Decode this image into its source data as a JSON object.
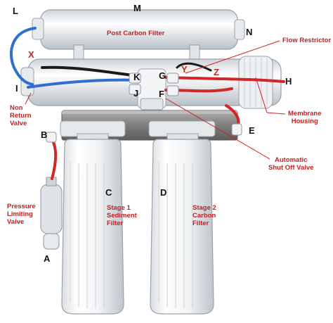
{
  "colors": {
    "label_red": "#d42020",
    "letter_dark": "#111111",
    "housing_white": "#f2f4f6",
    "tube_blue": "#2f6fd0",
    "tube_red": "#d02828",
    "tube_black": "#1a1a1a",
    "bracket_steel": "#8a8a8a"
  },
  "letters": {
    "A": "A",
    "B": "B",
    "C": "C",
    "D": "D",
    "E": "E",
    "F": "F",
    "G": "G",
    "H": "H",
    "I": "I",
    "J": "J",
    "K": "K",
    "L": "L",
    "M": "M",
    "N": "N",
    "X": "X",
    "Y": "Y",
    "Z": "Z"
  },
  "labels": {
    "post_carbon": "Post Carbon Filter",
    "flow_restrictor": "Flow Restrictor",
    "membrane_line1": "Membrane",
    "membrane_line2": "Housing",
    "non_return_line1": "Non",
    "non_return_line2": "Return",
    "non_return_line3": "Valve",
    "auto_shutoff_line1": "Automatic",
    "auto_shutoff_line2": "Shut Off Valve",
    "pressure_line1": "Pressure",
    "pressure_line2": "Limiting",
    "pressure_line3": "Valve",
    "stage1_line1": "Stage 1",
    "stage1_line2": "Sediment",
    "stage1_line3": "Filter",
    "stage2_line1": "Stage 2",
    "stage2_line2": "Carbon",
    "stage2_line3": "Filter"
  }
}
